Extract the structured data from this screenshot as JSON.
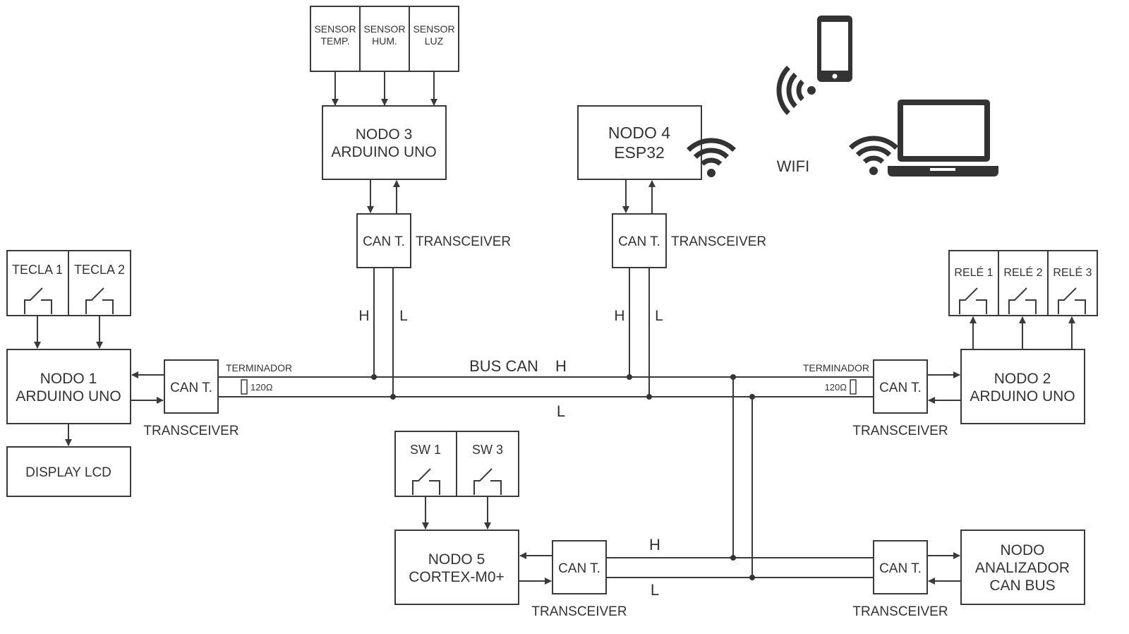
{
  "sensors": {
    "temp": [
      "SENSOR",
      "TEMP."
    ],
    "hum": [
      "SENSOR",
      "HUM."
    ],
    "luz": [
      "SENSOR",
      "LUZ"
    ]
  },
  "nodes": {
    "nodo1": [
      "NODO 1",
      "ARDUINO UNO"
    ],
    "nodo2": [
      "NODO 2",
      "ARDUINO UNO"
    ],
    "nodo3": [
      "NODO 3",
      "ARDUINO UNO"
    ],
    "nodo4": [
      "NODO 4",
      "ESP32"
    ],
    "nodo5": [
      "NODO 5",
      "CORTEX-M0+"
    ],
    "analyzer": [
      "NODO",
      "ANALIZADOR",
      "CAN BUS"
    ]
  },
  "keys": {
    "tecla1": "TECLA 1",
    "tecla2": "TECLA 2"
  },
  "relays": {
    "rele1": "RELÉ 1",
    "rele2": "RELÉ 2",
    "rele3": "RELÉ 3"
  },
  "switches": {
    "sw1": "SW 1",
    "sw3": "SW 3"
  },
  "display": "DISPLAY LCD",
  "can_t": "CAN T.",
  "transceiver": "TRANSCEIVER",
  "terminator": "TERMINADOR",
  "resistor": "120Ω",
  "bus_label": "BUS CAN",
  "h": "H",
  "l": "L",
  "wifi": "WIFI",
  "colors": {
    "line": "#3a3a3a",
    "text": "#333333"
  }
}
